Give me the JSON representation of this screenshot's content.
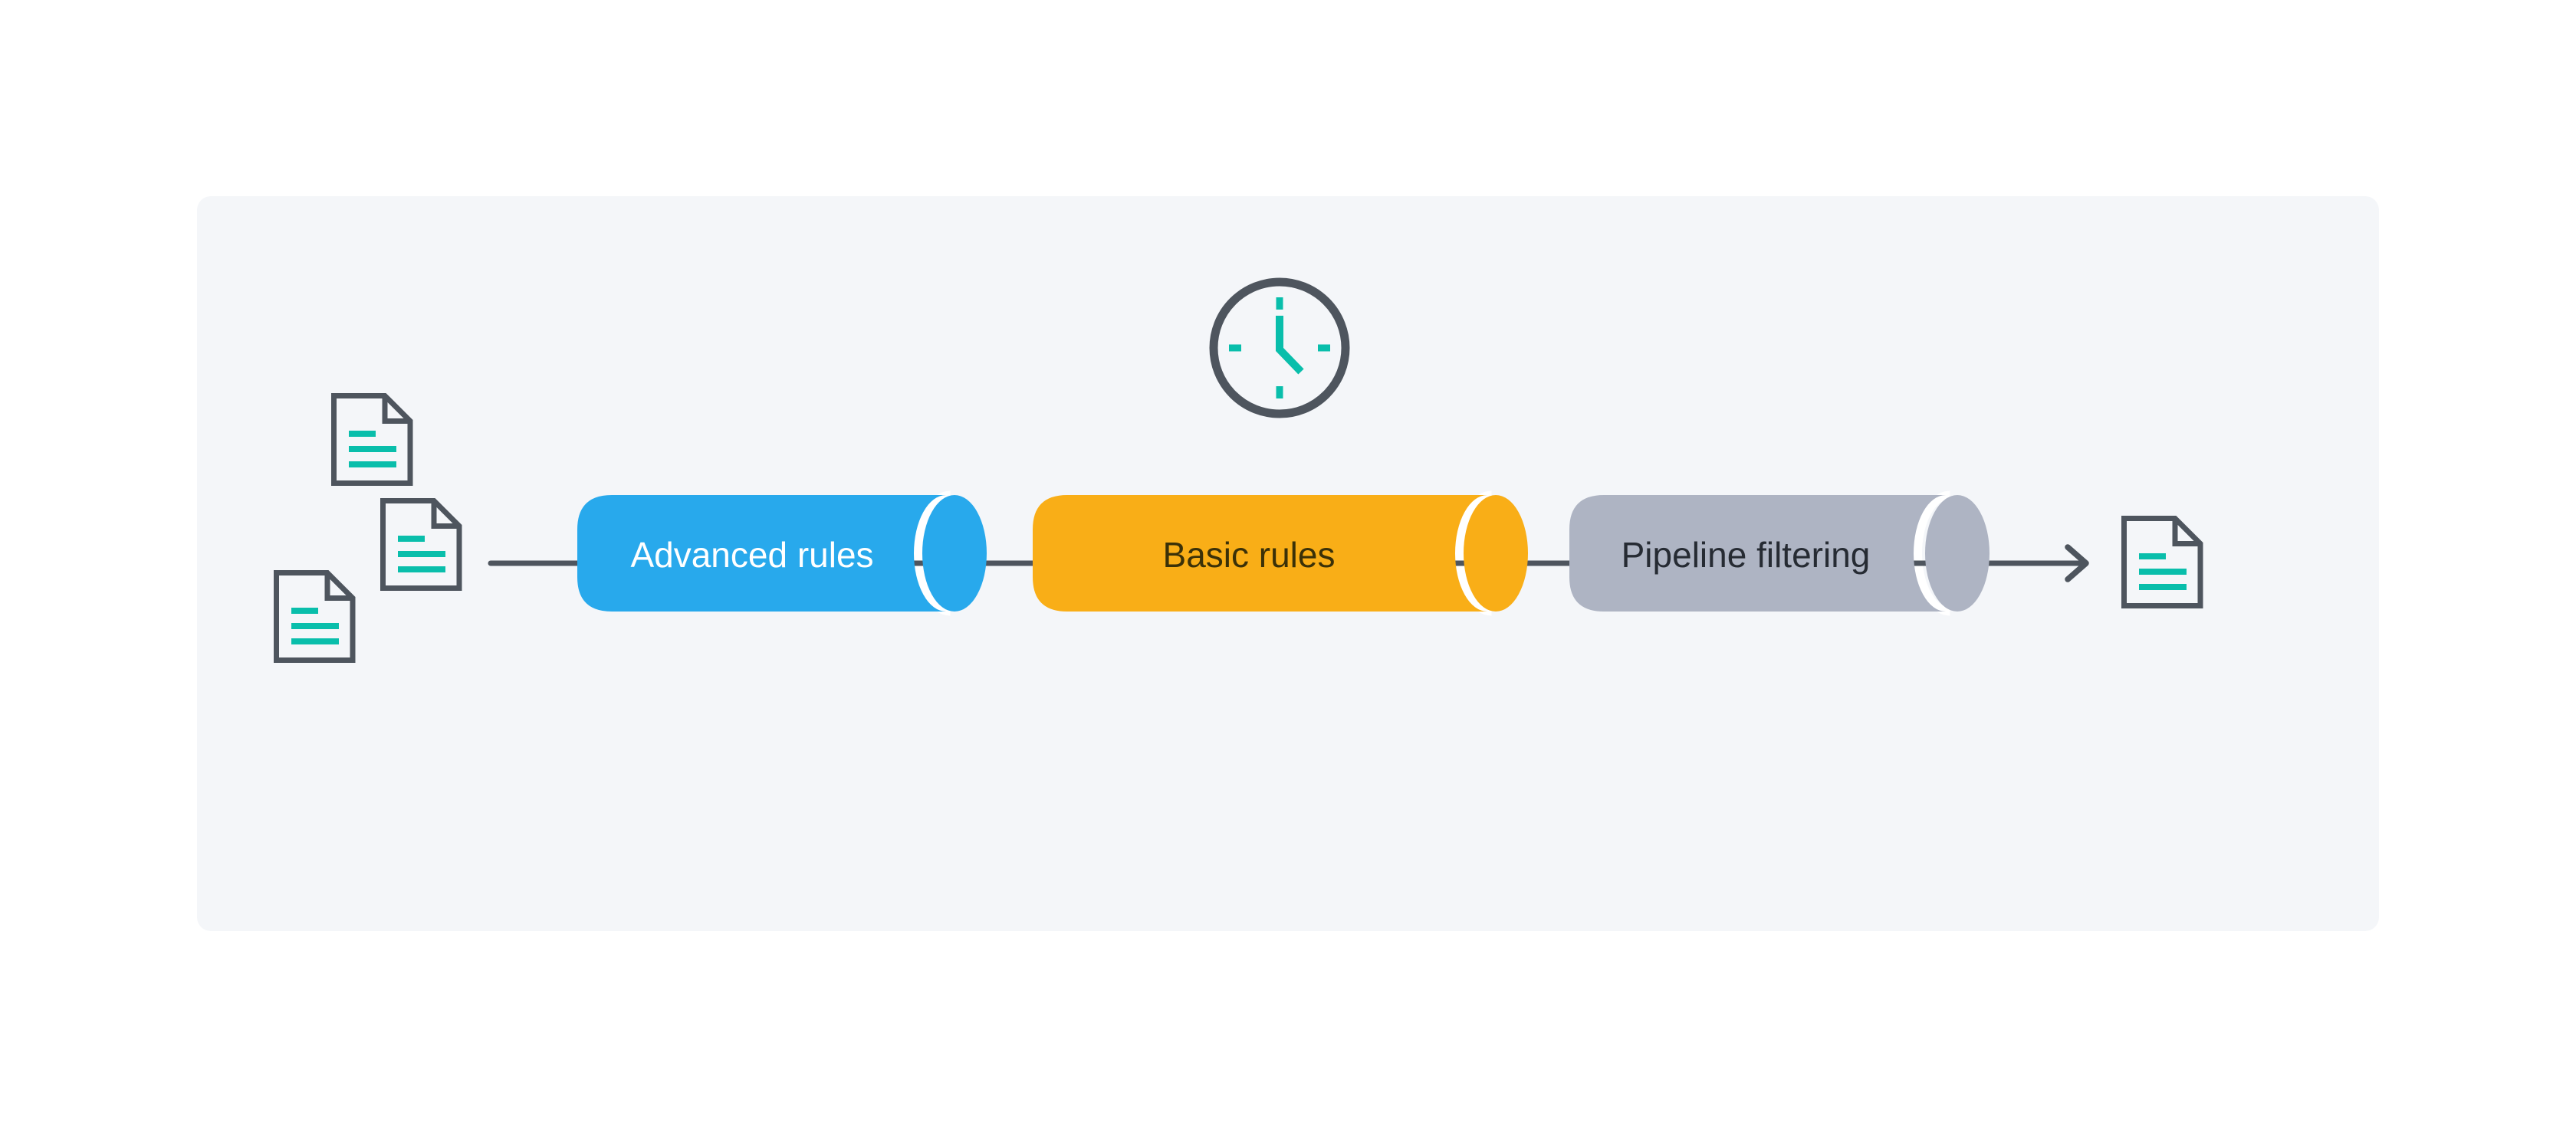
{
  "diagram": {
    "title_hint": "log-processing-pipeline",
    "stages": [
      {
        "label": "Advanced rules",
        "fill": "#28A9EC",
        "label_color": "#FFFFFF"
      },
      {
        "label": "Basic rules",
        "fill": "#F9AE17",
        "label_color": "#3B3108"
      },
      {
        "label": "Pipeline filtering",
        "fill": "#AEB4C3",
        "label_color": "#262B33"
      }
    ],
    "icons": {
      "input_documents": [
        "document-icon",
        "document-icon",
        "document-icon"
      ],
      "timer": "clock-icon",
      "output_document": "document-icon",
      "flow_arrow": "arrow-right-icon"
    }
  },
  "colors": {
    "page_bg": "#FFFFFF",
    "panel_bg": "#F4F6F9",
    "stroke_slate": "#4E555E",
    "teal": "#09BEAB",
    "gap_white": "#FFFFFF"
  }
}
